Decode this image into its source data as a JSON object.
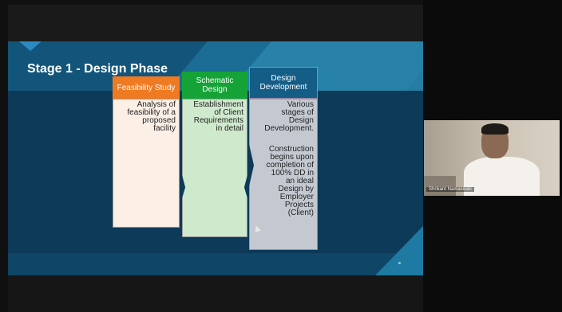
{
  "slide": {
    "title": "Stage 1 - Design Phase",
    "columns": [
      {
        "header": "Feasibility Study",
        "color": "#f07a22",
        "body": [
          "Analysis of",
          "feasibility of a",
          "proposed",
          "facility"
        ]
      },
      {
        "header": [
          "Schematic",
          "Design"
        ],
        "color": "#15a337",
        "body": [
          "Establishment",
          "of Client",
          "Requirements",
          "in detail"
        ]
      },
      {
        "header": [
          "Design",
          "Development"
        ],
        "color": "#135d86",
        "body": [
          "Various",
          "stages of",
          "Design",
          "Development."
        ],
        "body2": [
          "Construction",
          "begins upon",
          "completion of",
          "100% DD in",
          "an ideal",
          "Design by",
          "Employer",
          "Projects",
          "(Client)"
        ]
      }
    ]
  },
  "video": {
    "participant_name": "Shrikant Namasivan"
  },
  "colors": {
    "slide_bg": "#0d3a58",
    "accent_teal": "#1e7aa3"
  }
}
